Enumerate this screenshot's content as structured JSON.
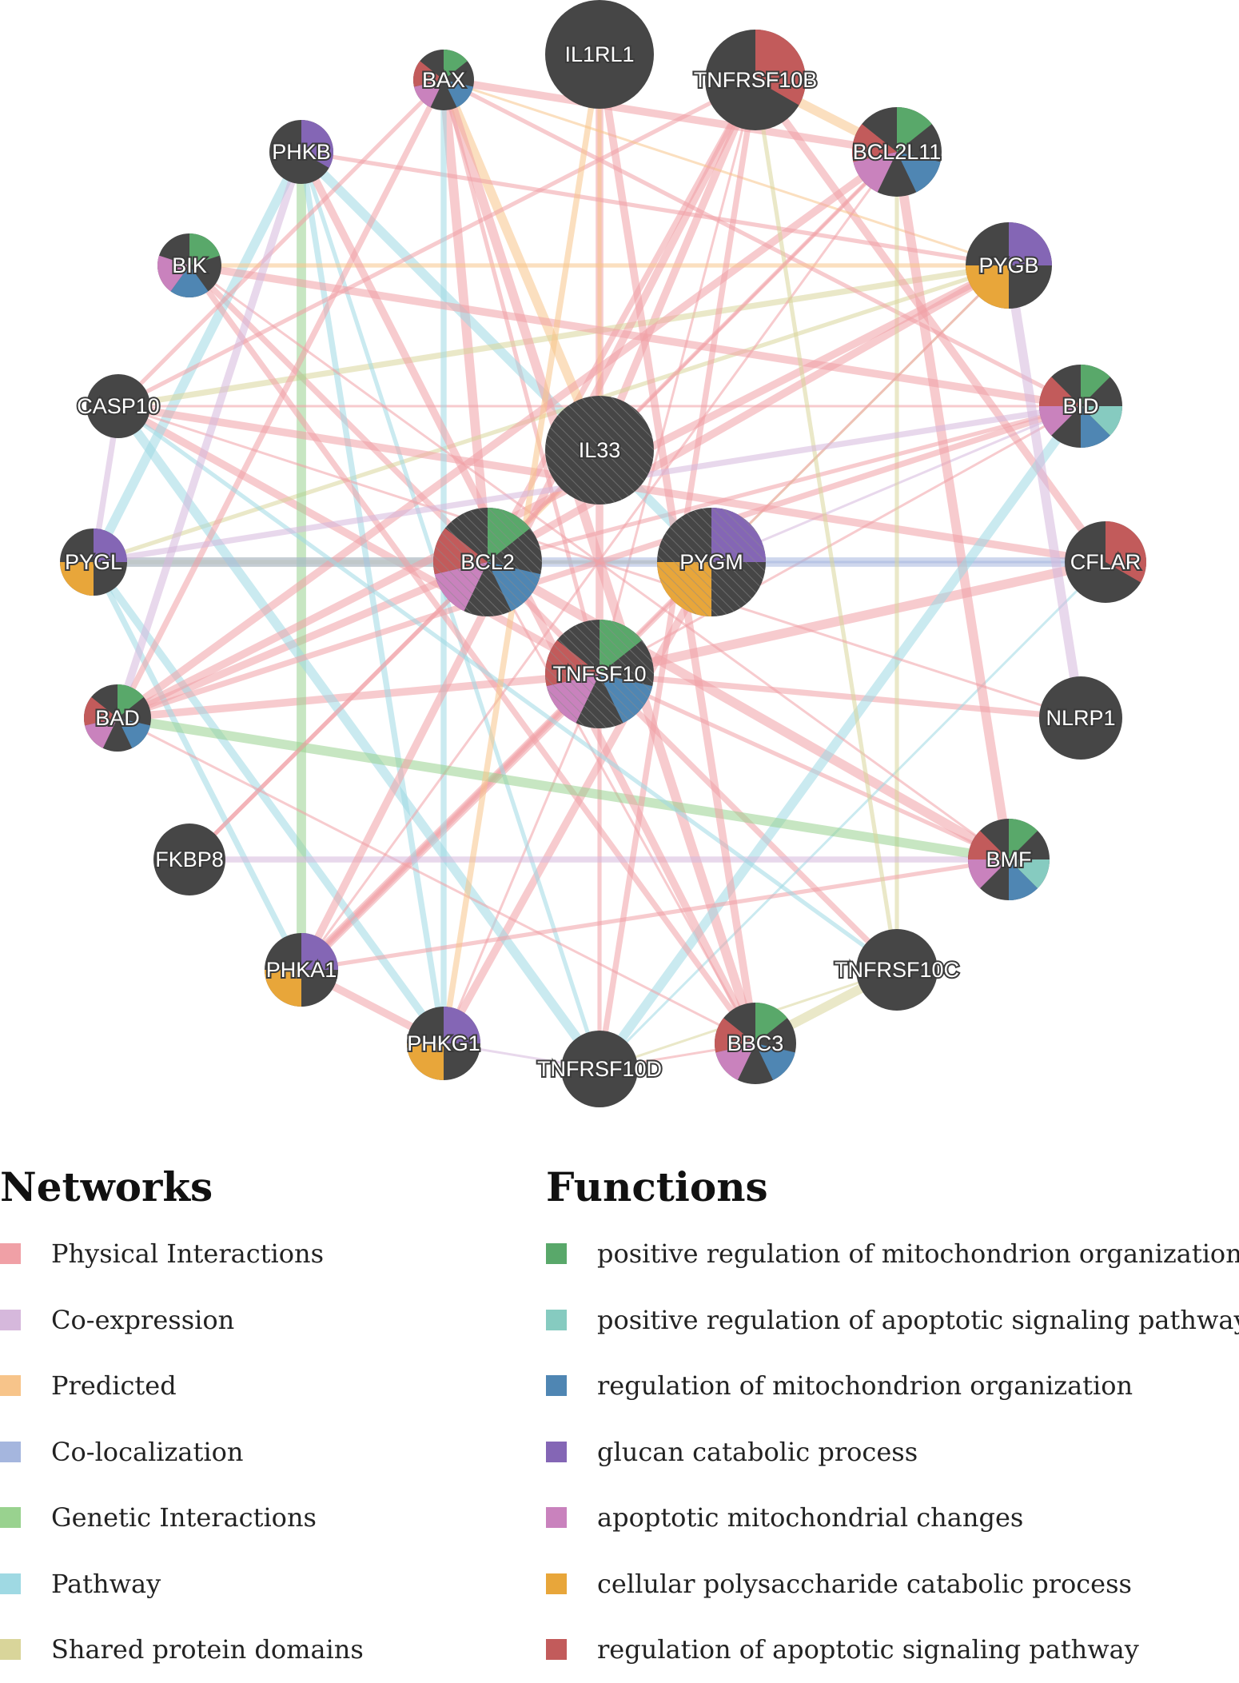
{
  "network": {
    "nodes": [
      {
        "id": "IL1RL1",
        "label": "IL1RL1",
        "query": false,
        "functions": []
      },
      {
        "id": "TNFRSF10B",
        "label": "TNFRSF10B",
        "query": false,
        "functions": [
          "regulation of apoptotic signaling pathway"
        ]
      },
      {
        "id": "BAX",
        "label": "BAX",
        "query": false,
        "functions": [
          "positive regulation of mitochondrion organization",
          "regulation of mitochondrion organization",
          "apoptotic mitochondrial changes",
          "regulation of apoptotic signaling pathway"
        ]
      },
      {
        "id": "BCL2L11",
        "label": "BCL2L11",
        "query": false,
        "functions": [
          "positive regulation of mitochondrion organization",
          "regulation of mitochondrion organization",
          "apoptotic mitochondrial changes",
          "regulation of apoptotic signaling pathway"
        ]
      },
      {
        "id": "PHKB",
        "label": "PHKB",
        "query": false,
        "functions": [
          "glucan catabolic process"
        ]
      },
      {
        "id": "PYGB",
        "label": "PYGB",
        "query": false,
        "functions": [
          "glucan catabolic process",
          "cellular polysaccharide catabolic process"
        ]
      },
      {
        "id": "BIK",
        "label": "BIK",
        "query": false,
        "functions": [
          "positive regulation of mitochondrion organization",
          "regulation of mitochondrion organization",
          "apoptotic mitochondrial changes"
        ]
      },
      {
        "id": "BID",
        "label": "BID",
        "query": false,
        "functions": [
          "positive regulation of mitochondrion organization",
          "positive regulation of apoptotic signaling pathway",
          "regulation of mitochondrion organization",
          "apoptotic mitochondrial changes",
          "regulation of apoptotic signaling pathway"
        ]
      },
      {
        "id": "CASP10",
        "label": "CASP10",
        "query": false,
        "functions": []
      },
      {
        "id": "IL33",
        "label": "IL33",
        "query": true,
        "functions": []
      },
      {
        "id": "PYGL",
        "label": "PYGL",
        "query": false,
        "functions": [
          "glucan catabolic process",
          "cellular polysaccharide catabolic process"
        ]
      },
      {
        "id": "BCL2",
        "label": "BCL2",
        "query": true,
        "functions": [
          "positive regulation of mitochondrion organization",
          "regulation of mitochondrion organization",
          "apoptotic mitochondrial changes",
          "regulation of apoptotic signaling pathway"
        ]
      },
      {
        "id": "PYGM",
        "label": "PYGM",
        "query": true,
        "functions": [
          "glucan catabolic process",
          "cellular polysaccharide catabolic process"
        ]
      },
      {
        "id": "CFLAR",
        "label": "CFLAR",
        "query": false,
        "functions": [
          "regulation of apoptotic signaling pathway"
        ]
      },
      {
        "id": "TNFSF10",
        "label": "TNFSF10",
        "query": true,
        "functions": [
          "positive regulation of mitochondrion organization",
          "regulation of mitochondrion organization",
          "apoptotic mitochondrial changes",
          "regulation of apoptotic signaling pathway"
        ]
      },
      {
        "id": "BAD",
        "label": "BAD",
        "query": false,
        "functions": [
          "positive regulation of mitochondrion organization",
          "regulation of mitochondrion organization",
          "apoptotic mitochondrial changes",
          "regulation of apoptotic signaling pathway"
        ]
      },
      {
        "id": "NLRP1",
        "label": "NLRP1",
        "query": false,
        "functions": []
      },
      {
        "id": "FKBP8",
        "label": "FKBP8",
        "query": false,
        "functions": []
      },
      {
        "id": "BMF",
        "label": "BMF",
        "query": false,
        "functions": [
          "positive regulation of mitochondrion organization",
          "positive regulation of apoptotic signaling pathway",
          "regulation of mitochondrion organization",
          "apoptotic mitochondrial changes",
          "regulation of apoptotic signaling pathway"
        ]
      },
      {
        "id": "PHKA1",
        "label": "PHKA1",
        "query": false,
        "functions": [
          "glucan catabolic process",
          "cellular polysaccharide catabolic process"
        ]
      },
      {
        "id": "TNFRSF10C",
        "label": "TNFRSF10C",
        "query": false,
        "functions": []
      },
      {
        "id": "PHKG1",
        "label": "PHKG1",
        "query": false,
        "functions": [
          "glucan catabolic process",
          "cellular polysaccharide catabolic process"
        ]
      },
      {
        "id": "BBC3",
        "label": "BBC3",
        "query": false,
        "functions": [
          "positive regulation of mitochondrion organization",
          "regulation of mitochondrion organization",
          "apoptotic mitochondrial changes",
          "regulation of apoptotic signaling pathway"
        ]
      },
      {
        "id": "TNFRSF10D",
        "label": "TNFRSF10D",
        "query": false,
        "functions": []
      }
    ],
    "edges": [
      [
        "TNFSF10",
        "TNFRSF10B",
        "Physical Interactions"
      ],
      [
        "TNFSF10",
        "TNFRSF10D",
        "Physical Interactions"
      ],
      [
        "TNFSF10",
        "TNFRSF10C",
        "Physical Interactions"
      ],
      [
        "TNFSF10",
        "CASP10",
        "Physical Interactions"
      ],
      [
        "TNFSF10",
        "CFLAR",
        "Physical Interactions"
      ],
      [
        "TNFSF10",
        "BID",
        "Physical Interactions"
      ],
      [
        "TNFSF10",
        "BAX",
        "Physical Interactions"
      ],
      [
        "TNFSF10",
        "BCL2",
        "Physical Interactions"
      ],
      [
        "TNFSF10",
        "BAD",
        "Physical Interactions"
      ],
      [
        "TNFSF10",
        "PHKA1",
        "Physical Interactions"
      ],
      [
        "TNFSF10",
        "PHKG1",
        "Physical Interactions"
      ],
      [
        "TNFSF10",
        "BMF",
        "Physical Interactions"
      ],
      [
        "TNFSF10",
        "NLRP1",
        "Physical Interactions"
      ],
      [
        "TNFSF10",
        "IL1RL1",
        "Physical Interactions"
      ],
      [
        "BCL2",
        "BAX",
        "Physical Interactions"
      ],
      [
        "BCL2",
        "BCL2L11",
        "Physical Interactions"
      ],
      [
        "BCL2",
        "BID",
        "Physical Interactions"
      ],
      [
        "BCL2",
        "BIK",
        "Physical Interactions"
      ],
      [
        "BCL2",
        "BAD",
        "Physical Interactions"
      ],
      [
        "BCL2",
        "BMF",
        "Physical Interactions"
      ],
      [
        "BCL2",
        "BBC3",
        "Physical Interactions"
      ],
      [
        "BCL2",
        "FKBP8",
        "Physical Interactions"
      ],
      [
        "BCL2",
        "TNFRSF10B",
        "Physical Interactions"
      ],
      [
        "BCL2",
        "PYGB",
        "Physical Interactions"
      ],
      [
        "BCL2",
        "PYGL",
        "Shared protein domains"
      ],
      [
        "BCL2",
        "CFLAR",
        "Co-localization"
      ],
      [
        "IL33",
        "IL1RL1",
        "Predicted"
      ],
      [
        "IL33",
        "BCL2",
        "Predicted"
      ],
      [
        "IL33",
        "TNFRSF10B",
        "Physical Interactions"
      ],
      [
        "IL33",
        "BAX",
        "Predicted"
      ],
      [
        "PYGM",
        "PYGB",
        "Shared protein domains"
      ],
      [
        "PYGM",
        "PYGL",
        "Shared protein domains"
      ],
      [
        "PYGM",
        "PHKA1",
        "Physical Interactions"
      ],
      [
        "PYGM",
        "PHKG1",
        "Physical Interactions"
      ],
      [
        "PYGM",
        "PHKB",
        "Pathway"
      ],
      [
        "PYGM",
        "BID",
        "Co-expression"
      ],
      [
        "PYGL",
        "PYGB",
        "Shared protein domains"
      ],
      [
        "PYGL",
        "PHKA1",
        "Pathway"
      ],
      [
        "PYGL",
        "PHKG1",
        "Pathway"
      ],
      [
        "PYGL",
        "PHKB",
        "Pathway"
      ],
      [
        "PYGB",
        "PHKA1",
        "Physical Interactions"
      ],
      [
        "PYGB",
        "PHKB",
        "Physical Interactions"
      ],
      [
        "PYGB",
        "CASP10",
        "Shared protein domains"
      ],
      [
        "PHKA1",
        "PHKG1",
        "Physical Interactions"
      ],
      [
        "PHKA1",
        "PHKB",
        "Genetic Interactions"
      ],
      [
        "PHKG1",
        "TNFRSF10D",
        "Co-expression"
      ],
      [
        "PHKB",
        "TNFRSF10D",
        "Pathway"
      ],
      [
        "PHKB",
        "PHKG1",
        "Pathway"
      ],
      [
        "CASP10",
        "CFLAR",
        "Physical Interactions"
      ],
      [
        "CASP10",
        "TNFRSF10D",
        "Pathway"
      ],
      [
        "CASP10",
        "BID",
        "Physical Interactions"
      ],
      [
        "CASP10",
        "TNFRSF10B",
        "Physical Interactions"
      ],
      [
        "CASP10",
        "PYGL",
        "Co-expression"
      ],
      [
        "CFLAR",
        "TNFRSF10B",
        "Physical Interactions"
      ],
      [
        "CFLAR",
        "PYGL",
        "Co-localization"
      ],
      [
        "CFLAR",
        "TNFRSF10D",
        "Pathway"
      ],
      [
        "BAX",
        "BID",
        "Physical Interactions"
      ],
      [
        "BAX",
        "BAD",
        "Physical Interactions"
      ],
      [
        "BAX",
        "BCL2L11",
        "Physical Interactions"
      ],
      [
        "BAX",
        "BBC3",
        "Physical Interactions"
      ],
      [
        "BAX",
        "PYGB",
        "Predicted"
      ],
      [
        "BAX",
        "CASP10",
        "Physical Interactions"
      ],
      [
        "BAX",
        "PHKG1",
        "Pathway"
      ],
      [
        "BCL2L11",
        "BAD",
        "Physical Interactions"
      ],
      [
        "BCL2L11",
        "BMF",
        "Physical Interactions"
      ],
      [
        "BCL2L11",
        "PHKA1",
        "Physical Interactions"
      ],
      [
        "BCL2L11",
        "TNFRSF10C",
        "Shared protein domains"
      ],
      [
        "BID",
        "BAD",
        "Physical Interactions"
      ],
      [
        "BID",
        "BIK",
        "Physical Interactions"
      ],
      [
        "BID",
        "TNFRSF10D",
        "Pathway"
      ],
      [
        "BIK",
        "BMF",
        "Physical Interactions"
      ],
      [
        "BIK",
        "PYGB",
        "Predicted"
      ],
      [
        "BIK",
        "BBC3",
        "Physical Interactions"
      ],
      [
        "BAD",
        "PYGB",
        "Physical Interactions"
      ],
      [
        "BAD",
        "BMF",
        "Genetic Interactions"
      ],
      [
        "BAD",
        "BBC3",
        "Physical Interactions"
      ],
      [
        "BMF",
        "PHKA1",
        "Physical Interactions"
      ],
      [
        "BMF",
        "FKBP8",
        "Co-expression"
      ],
      [
        "BBC3",
        "PHKB",
        "Physical Interactions"
      ],
      [
        "BBC3",
        "TNFRSF10C",
        "Shared protein domains"
      ],
      [
        "BBC3",
        "TNFRSF10D",
        "Physical Interactions"
      ],
      [
        "TNFRSF10B",
        "TNFRSF10C",
        "Shared protein domains"
      ],
      [
        "TNFRSF10B",
        "TNFRSF10D",
        "Physical Interactions"
      ],
      [
        "TNFRSF10B",
        "PHKA1",
        "Physical Interactions"
      ],
      [
        "TNFRSF10B",
        "BCL2L11",
        "Predicted"
      ],
      [
        "TNFRSF10C",
        "TNFRSF10D",
        "Shared protein domains"
      ],
      [
        "TNFRSF10C",
        "CASP10",
        "Pathway"
      ],
      [
        "IL1RL1",
        "PHKG1",
        "Predicted"
      ],
      [
        "IL1RL1",
        "BBC3",
        "Physical Interactions"
      ],
      [
        "NLRP1",
        "PYGB",
        "Co-expression"
      ],
      [
        "NLRP1",
        "CASP10",
        "Physical Interactions"
      ],
      [
        "FKBP8",
        "BCL2L11",
        "Physical Interactions"
      ],
      [
        "PYGL",
        "BID",
        "Co-expression"
      ],
      [
        "PHKB",
        "BAD",
        "Co-expression"
      ]
    ]
  },
  "legend": {
    "networks": {
      "title": "Networks",
      "items": [
        {
          "label": "Physical Interactions",
          "color": "#f0a0a6"
        },
        {
          "label": "Co-expression",
          "color": "#d6b8dc"
        },
        {
          "label": "Predicted",
          "color": "#f7c48a"
        },
        {
          "label": "Co-localization",
          "color": "#a5b6de"
        },
        {
          "label": "Genetic Interactions",
          "color": "#99d28f"
        },
        {
          "label": "Pathway",
          "color": "#9fd9e3"
        },
        {
          "label": "Shared protein domains",
          "color": "#d9d59a"
        }
      ]
    },
    "functions": {
      "title": "Functions",
      "items": [
        {
          "label": "positive regulation of mitochondrion organization",
          "color": "#59a86a"
        },
        {
          "label": "positive regulation of apoptotic signaling pathway",
          "color": "#86cbc0"
        },
        {
          "label": "regulation of mitochondrion organization",
          "color": "#4f86b3"
        },
        {
          "label": "glucan catabolic process",
          "color": "#8466b5"
        },
        {
          "label": "apoptotic mitochondrial changes",
          "color": "#c982bd"
        },
        {
          "label": "cellular polysaccharide catabolic process",
          "color": "#e8a63a"
        },
        {
          "label": "regulation of apoptotic signaling pathway",
          "color": "#c25b5b"
        }
      ]
    }
  }
}
